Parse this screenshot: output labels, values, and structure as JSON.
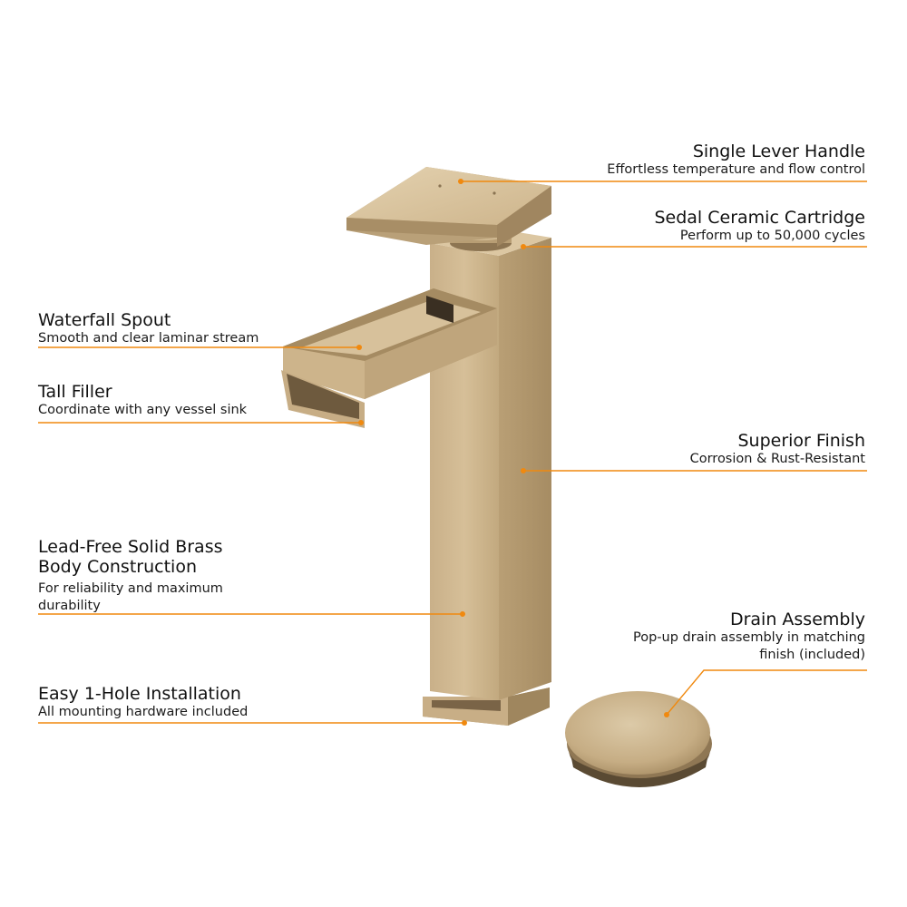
{
  "theme": {
    "accent": "#f0890f",
    "brass_light": "#d8c29c",
    "brass_mid": "#c4ab80",
    "brass_dark": "#9c8560"
  },
  "callouts": {
    "single_lever": {
      "title": "Single Lever Handle",
      "desc": "Effortless temperature and flow control"
    },
    "ceramic_cartridge": {
      "title": "Sedal Ceramic Cartridge",
      "desc": "Perform up to 50,000 cycles"
    },
    "waterfall_spout": {
      "title": "Waterfall Spout",
      "desc": "Smooth and clear laminar stream"
    },
    "tall_filler": {
      "title": "Tall Filler",
      "desc": "Coordinate with any vessel sink"
    },
    "superior_finish": {
      "title": "Superior Finish",
      "desc": "Corrosion & Rust-Resistant"
    },
    "brass_body": {
      "title_line1": "Lead-Free Solid Brass",
      "title_line2": "Body Construction",
      "desc_line1": "For reliability and maximum",
      "desc_line2": "durability"
    },
    "drain_assembly": {
      "title": "Drain Assembly",
      "desc_line1": "Pop-up drain assembly in matching",
      "desc_line2": "finish (included)"
    },
    "installation": {
      "title": "Easy 1-Hole Installation",
      "desc": "All mounting hardware included"
    }
  }
}
